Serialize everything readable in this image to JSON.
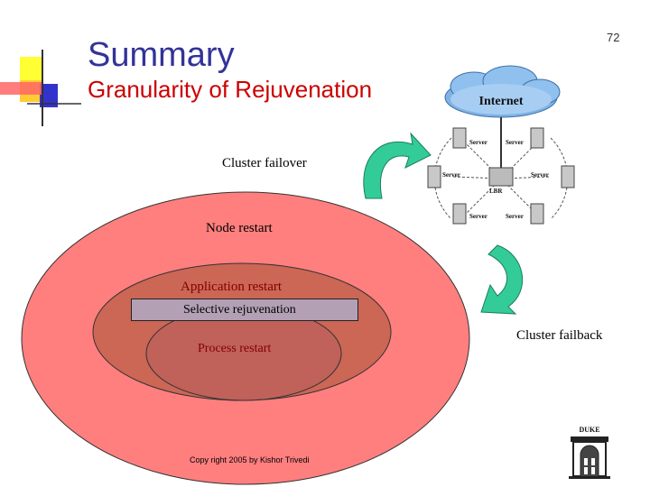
{
  "slide": {
    "title": "Summary",
    "subtitle": "Granularity of Rejuvenation",
    "page_number": "72"
  },
  "diagram": {
    "cluster_failover": "Cluster failover",
    "node_restart": "Node restart",
    "application_restart": "Application restart",
    "selective_rejuvenation": "Selective rejuvenation",
    "process_restart": "Process restart",
    "cluster_failback": "Cluster failback",
    "network": {
      "internet": "Internet",
      "server": "Server",
      "lbr": "LBR"
    }
  },
  "footer": {
    "copyright": "Copy right 2005 by Kishor Trivedi",
    "logo_text": "DUKE"
  },
  "colors": {
    "title": "#333399",
    "subtitle": "#cc0000",
    "outer_ellipse": "#ff7f7f",
    "middle_ellipse": "#cc6655",
    "inner_ellipse": "#c0615a",
    "arrow": "#33cc99"
  }
}
